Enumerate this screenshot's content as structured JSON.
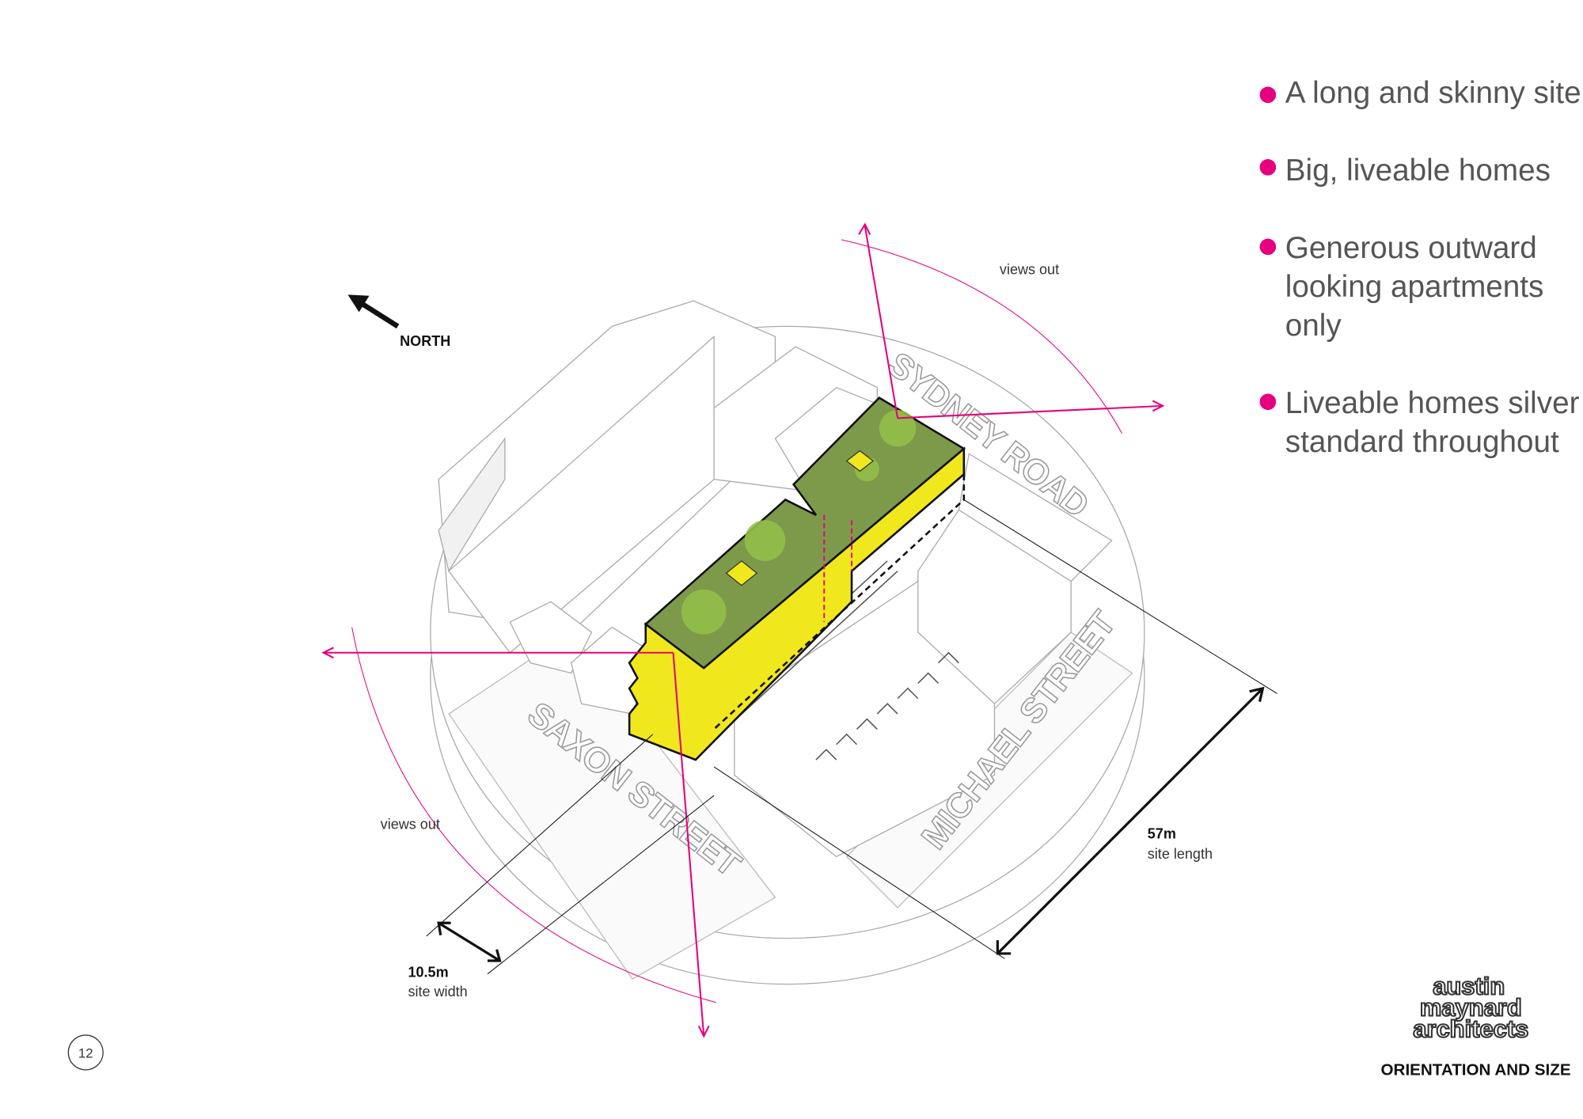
{
  "bullets": [
    {
      "lines": [
        "A long and skinny site"
      ]
    },
    {
      "lines": [
        "Big, liveable homes"
      ]
    },
    {
      "lines": [
        "Generous outward",
        "looking apartments",
        "only"
      ]
    },
    {
      "lines": [
        "Liveable homes silver",
        "standard throughout"
      ]
    }
  ],
  "diagram": {
    "north_label": "NORTH",
    "views_out_top": "views out",
    "views_out_left": "views out",
    "streets": {
      "sydney": "SYDNEY ROAD",
      "saxon": "SAXON STREET",
      "michael": "MICHAEL STREET"
    },
    "length": {
      "value": "57m",
      "label": "site length"
    },
    "width": {
      "value": "10.5m",
      "label": "site width"
    }
  },
  "page_number": "12",
  "logo": {
    "lines": [
      "austin",
      "maynard",
      "architects"
    ]
  },
  "page_title": "ORIENTATION AND SIZE",
  "colors": {
    "accent": "#e6007e",
    "building": "#f0e81c",
    "roof": "#7d9a4a"
  }
}
